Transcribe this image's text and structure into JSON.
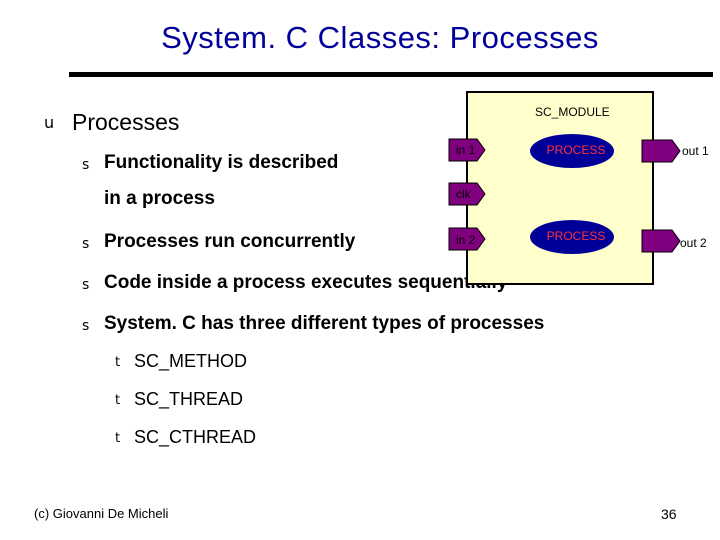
{
  "title": "System. C Classes: Processes",
  "bullets": {
    "level1_marker": "u",
    "level2_marker": "s",
    "level3_marker": "t",
    "heading": "Processes",
    "items": [
      "Functionality is described",
      "in a process",
      "Processes run concurrently",
      "Code inside a process executes sequentially",
      "System. C has three different types of processes"
    ],
    "process_types": [
      "SC_METHOD",
      "SC_THREAD",
      "SC_CTHREAD"
    ]
  },
  "diagram": {
    "module_label": "SC_MODULE",
    "inputs": [
      "in 1",
      "clk",
      "in 2"
    ],
    "outputs": [
      "out 1",
      "out 2"
    ],
    "process_label": "PROCESS",
    "colors": {
      "module_fill": "#ffffcc",
      "port_fill": "#800080",
      "process_fill": "#000099",
      "process_text": "#ff3333"
    }
  },
  "footer": {
    "credit": "(c) Giovanni De Micheli",
    "page": "36"
  }
}
